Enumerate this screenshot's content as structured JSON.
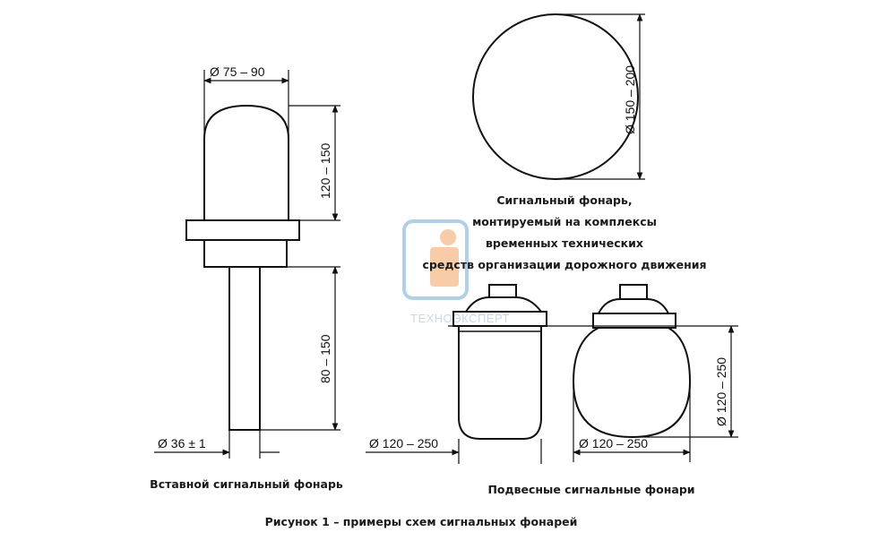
{
  "dimensions": {
    "insert_head_diameter": "Ø 75 – 90",
    "insert_head_height": "120 – 150",
    "insert_pole_height": "80 – 150",
    "insert_pole_diameter": "Ø 36 ± 1",
    "mounted_diameter": "Ø 150 – 200",
    "hanging_left_diameter": "Ø 120 – 250",
    "hanging_right_diameter": "Ø 120 – 250",
    "hanging_height": "Ø 120 – 250"
  },
  "captions": {
    "mounted_lantern": [
      "Сигнальный фонарь,",
      "монтируемый на комплексы",
      "временных технических",
      "средств организации дорожного движения"
    ],
    "insert_lantern": "Вставной сигнальный фонарь",
    "hanging_lanterns": "Подвесные сигнальные фонари",
    "figure": "Рисунок 1 – примеры схем сигнальных фонарей"
  },
  "watermark": {
    "text": "ТЕХНОЭКСПЕРТ",
    "color": "#6fa8dc",
    "accent": "#f4a460"
  },
  "colors": {
    "line": "#111111",
    "text": "#1a1a1a"
  }
}
